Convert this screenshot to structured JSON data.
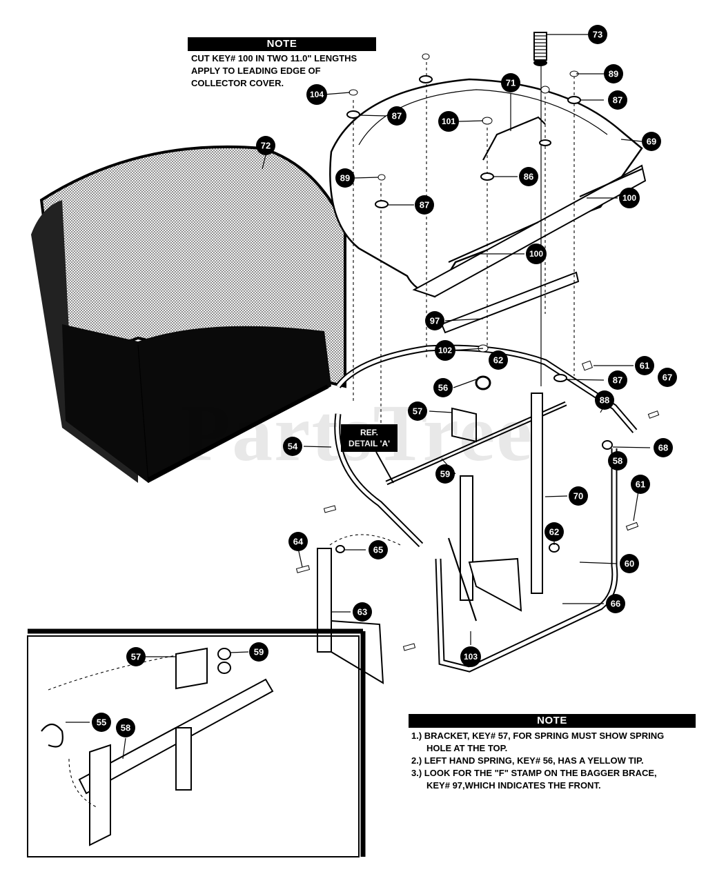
{
  "note_top": {
    "heading": "NOTE",
    "lines": [
      "CUT KEY# 100 IN TWO 11.0\" LENGTHS",
      "APPLY TO LEADING EDGE OF",
      "COLLECTOR COVER."
    ]
  },
  "note_bottom": {
    "heading": "NOTE",
    "lines": [
      "1.) BRACKET, KEY# 57, FOR SPRING MUST SHOW SPRING",
      "HOLE AT THE TOP.",
      "2.) LEFT HAND SPRING, KEY# 56, HAS A YELLOW TIP.",
      "3.) LOOK FOR THE \"F\" STAMP ON THE BAGGER BRACE,",
      "KEY# 97,WHICH INDICATES THE FRONT."
    ]
  },
  "ref_detail": {
    "line1": "REF.",
    "line2": "DETAIL 'A'"
  },
  "watermark": "PartsTree",
  "callouts": [
    "73",
    "89",
    "71",
    "104",
    "87",
    "87",
    "101",
    "69",
    "72",
    "89",
    "86",
    "87",
    "100",
    "100",
    "97",
    "102",
    "61",
    "62",
    "67",
    "56",
    "87",
    "88",
    "57",
    "68",
    "54",
    "58",
    "59",
    "70",
    "61",
    "64",
    "65",
    "62",
    "60",
    "63",
    "66",
    "103",
    "57",
    "59",
    "55",
    "58"
  ]
}
